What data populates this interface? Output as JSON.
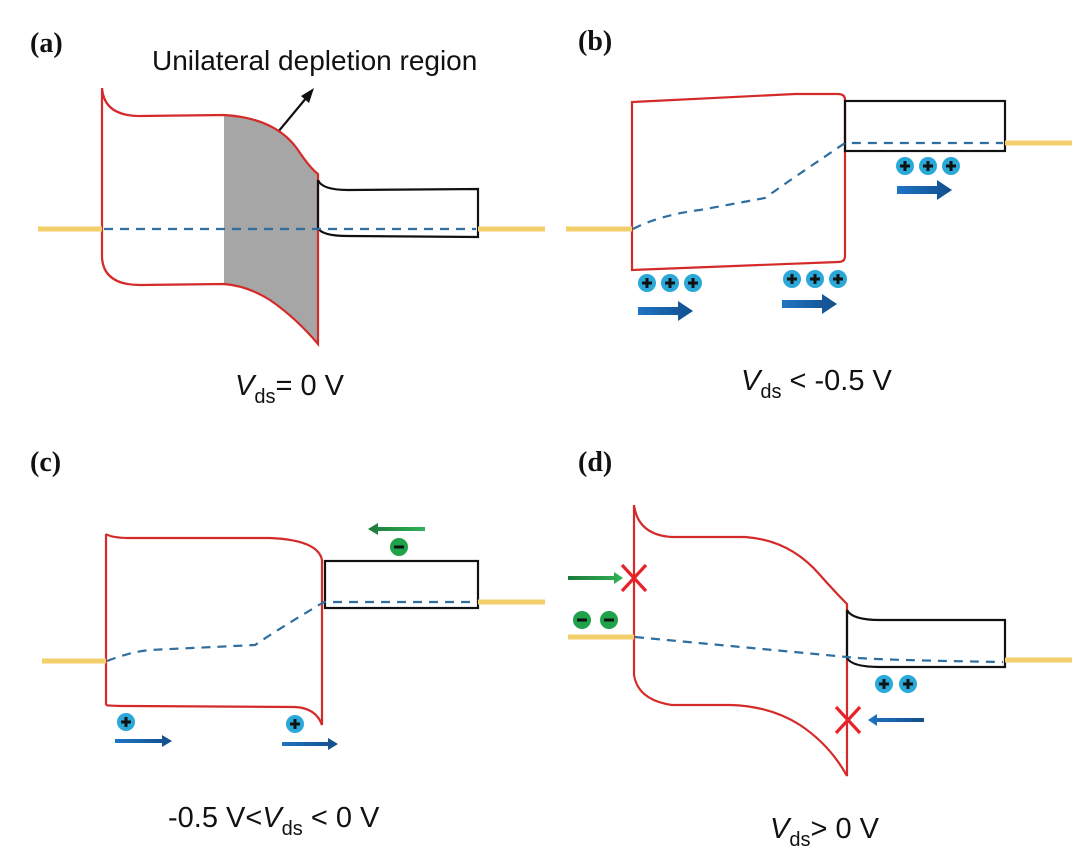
{
  "figure": {
    "panels": [
      {
        "id": "a",
        "label": "(a)",
        "annotation": "Unilateral depletion region",
        "caption": {
          "pre": "",
          "var": "V",
          "sub": "ds",
          "post": "= 0 V"
        },
        "carriers": {
          "holes": 0,
          "electrons": 0
        },
        "blocked_transport": false
      },
      {
        "id": "b",
        "label": "(b)",
        "caption": {
          "pre": "",
          "var": "V",
          "sub": "ds",
          "post": " < -0.5 V"
        },
        "carriers": {
          "hole_groups": [
            3,
            3,
            3
          ],
          "hole_flow": "right"
        },
        "blocked_transport": false
      },
      {
        "id": "c",
        "label": "(c)",
        "caption": {
          "pre": "-0.5 V<",
          "var": "V",
          "sub": "ds",
          "post": " < 0 V"
        },
        "carriers": {
          "hole_groups": [
            1,
            1
          ],
          "hole_flow": "right",
          "electrons": 1,
          "electron_flow": "left"
        },
        "blocked_transport": false
      },
      {
        "id": "d",
        "label": "(d)",
        "caption": {
          "pre": "",
          "var": "V",
          "sub": "ds",
          "post": "> 0 V"
        },
        "carriers": {
          "holes": 2,
          "hole_flow": "left",
          "electrons": 2,
          "electron_flow": "right"
        },
        "blocked_transport": true
      }
    ],
    "colors": {
      "semiconductor_band": "#d42a2a",
      "metal_band": "#111111",
      "electrode_level": "#f2cf6b",
      "fermi_level": "#2f6e9e",
      "depletion_fill": "#a6a6a6",
      "hole": "#2aa8d8",
      "hole_arrow": "#1a5fa8",
      "electron": "#1fa24a",
      "electron_arrow": "#1f8a3e",
      "blocked_mark": "#e8222a"
    }
  }
}
